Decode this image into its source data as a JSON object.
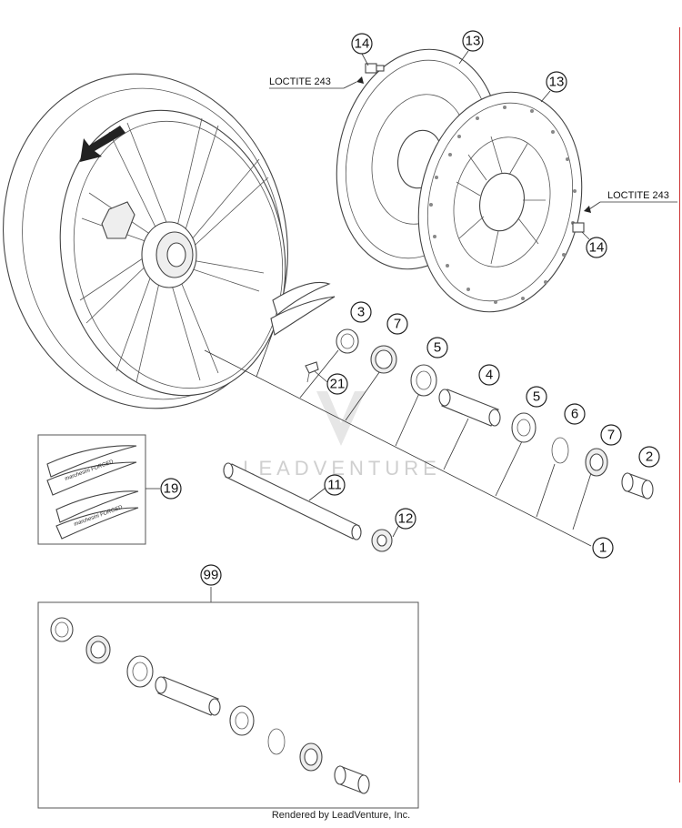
{
  "callouts": {
    "c1": "1",
    "c2": "2",
    "c3": "3",
    "c4": "4",
    "c5a": "5",
    "c5b": "5",
    "c6": "6",
    "c7a": "7",
    "c7b": "7",
    "c11": "11",
    "c12": "12",
    "c13a": "13",
    "c13b": "13",
    "c14a": "14",
    "c14b": "14",
    "c19": "19",
    "c21": "21",
    "c99": "99"
  },
  "labels": {
    "loctite_top": "LOCTITE 243",
    "loctite_right": "LOCTITE 243"
  },
  "decal_text": "marchesini FORGED",
  "watermark": "LEADVENTURE",
  "footer": "Rendered by LeadVenture, Inc."
}
